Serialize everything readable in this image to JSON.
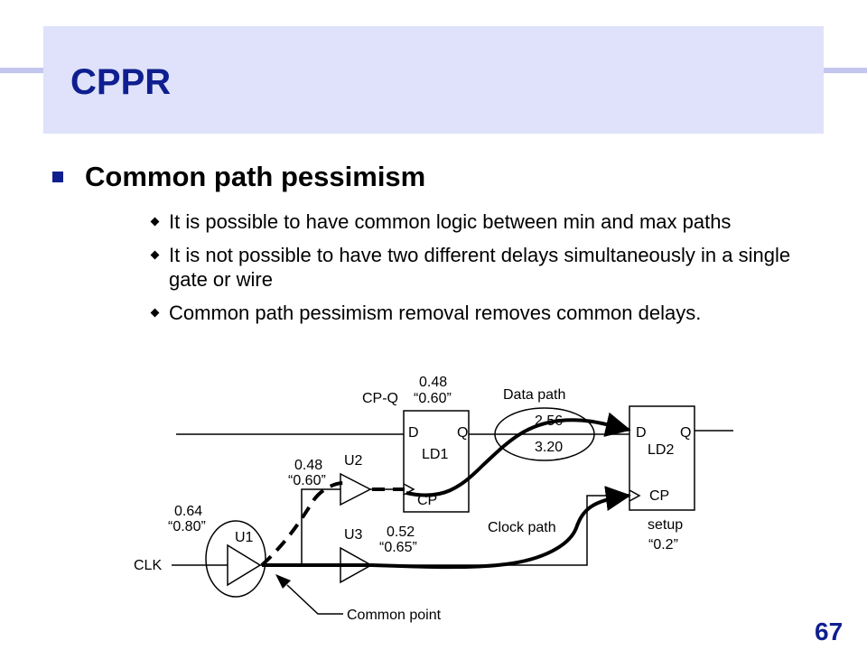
{
  "slide": {
    "title": "CPPR",
    "page_number": "67",
    "colors": {
      "title": "#0f1f8f",
      "title_band": "#dfe2fa",
      "side_line": "#c3c6ee"
    }
  },
  "content": {
    "heading": "Common path pessimism",
    "bullets": [
      "It is possible to have common logic between min and max paths",
      "It is not possible to have two different delays simultaneously in a single gate or wire",
      "Common path pessimism removal removes common delays."
    ]
  },
  "diagram": {
    "clk_label": "CLK",
    "u1": {
      "name": "U1",
      "delay_min": "0.64",
      "delay_max": "“0.80”"
    },
    "u2": {
      "name": "U2",
      "delay_min": "0.48",
      "delay_max": "“0.60”"
    },
    "u3": {
      "name": "U3",
      "delay_min": "0.52",
      "delay_max": "“0.65”"
    },
    "ld1": {
      "name": "LD1",
      "d": "D",
      "q": "Q",
      "cp": "CP",
      "cpq_label": "CP-Q",
      "cpq_min": "0.48",
      "cpq_max": "“0.60”"
    },
    "ld2": {
      "name": "LD2",
      "d": "D",
      "q": "Q",
      "cp": "CP",
      "setup_label": "setup",
      "setup_value": "“0.2”"
    },
    "data_path": {
      "label": "Data path",
      "min": "2.56",
      "max": "3.20"
    },
    "clock_path_label": "Clock path",
    "common_point_label": "Common point"
  }
}
